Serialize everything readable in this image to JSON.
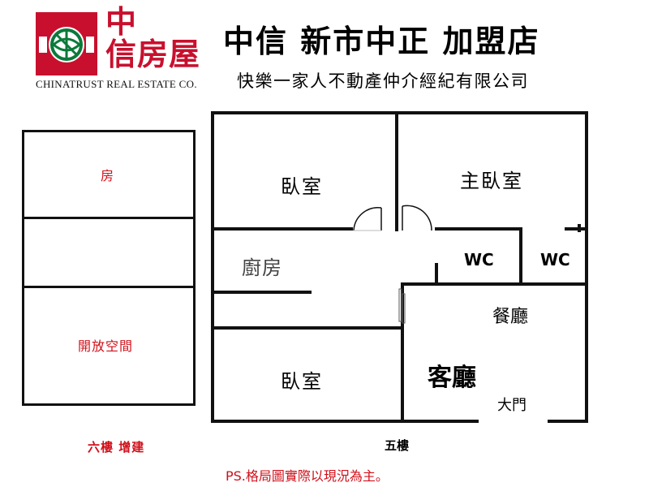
{
  "logo": {
    "name_line1": "中",
    "name_line2": "信房屋",
    "english": "CHINATRUST REAL ESTATE CO."
  },
  "header": {
    "title": "中信  新市中正  加盟店",
    "subtitle": "快樂一家人不動產仲介經紀有限公司"
  },
  "floor6": {
    "rooms": [
      "房",
      "開放空間"
    ],
    "caption": "六樓 增建"
  },
  "floor5": {
    "rooms": {
      "bedroom_top": "臥室",
      "master_bedroom": "主臥室",
      "kitchen": "廚房",
      "wc1": "WC",
      "wc2": "WC",
      "dining": "餐廳",
      "living": "客廳",
      "bedroom_bottom": "臥室",
      "main_door": "大門"
    },
    "caption": "五樓"
  },
  "note": "PS.格局圖實際以現況為主。",
  "colors": {
    "brand_red": "#c8102e",
    "note_red": "#d0101a"
  }
}
